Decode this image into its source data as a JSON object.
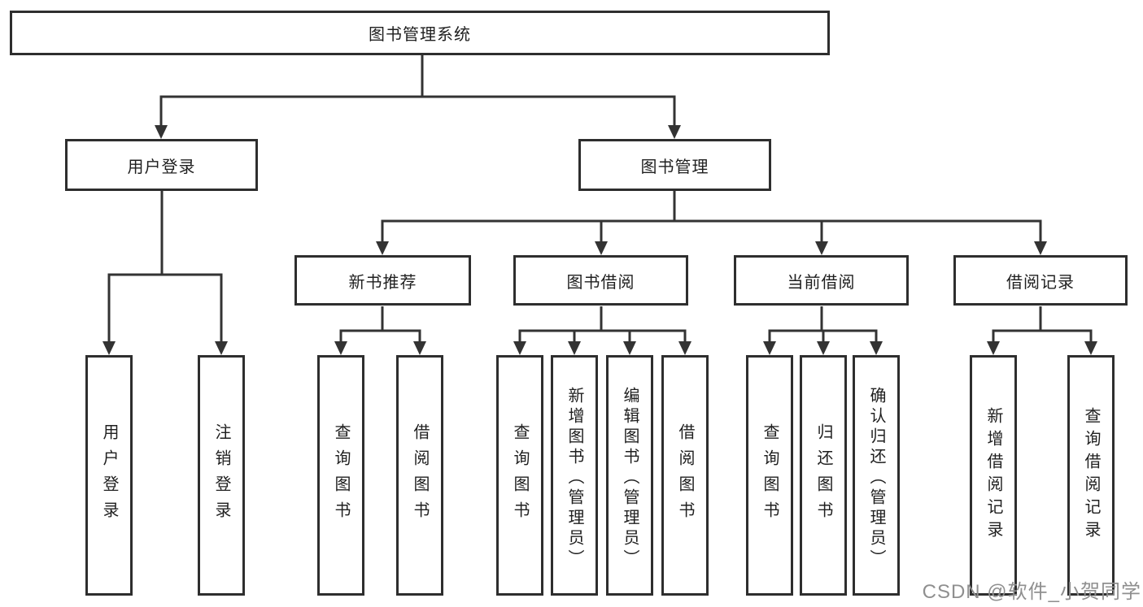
{
  "nodes": {
    "root": "图书管理系统",
    "user_login": "用户登录",
    "book_mgmt": "图书管理",
    "new_books": "新书推荐",
    "book_borrow": "图书借阅",
    "current_borrow": "当前借阅",
    "borrow_records": "借阅记录",
    "login": "用户登录",
    "logout": "注销登录",
    "nb_query": "查询图书",
    "nb_borrow": "借阅图书",
    "bb_query": "查询图书",
    "bb_add": "新增图书（管理员）",
    "bb_edit": "编辑图书（管理员）",
    "bb_borrow": "借阅图书",
    "cb_query": "查询图书",
    "cb_return": "归还图书",
    "cb_confirm": "确认归还（管理员）",
    "br_add": "新增借阅记录",
    "br_query": "查询借阅记录"
  },
  "watermark": {
    "text": "CSDN @软件_小贺同学",
    "color": "#8f8f8f"
  },
  "colors": {
    "line": "#333333",
    "box_border": "#2e2e2e",
    "background": "#ffffff",
    "text": "#1f1f1f"
  }
}
